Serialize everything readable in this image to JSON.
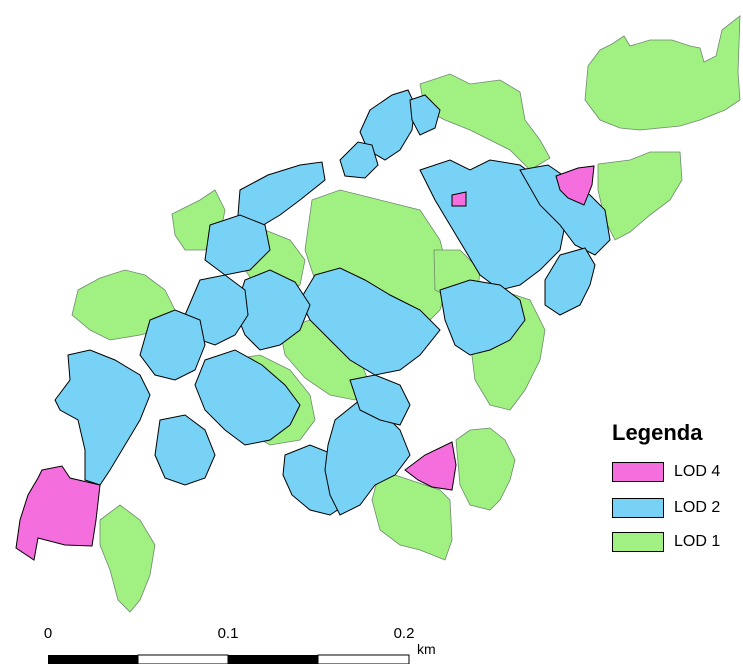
{
  "colors": {
    "lod4": "#f56ede",
    "lod2": "#78d2f5",
    "lod1": "#a0f082",
    "outline": "#000000",
    "lod1_outline": "#6e8a6e"
  },
  "legend": {
    "title": "Legenda",
    "items": [
      {
        "label": "LOD 4",
        "color": "#f56ede"
      },
      {
        "label": "LOD 2",
        "color": "#78d2f5"
      },
      {
        "label": "LOD 1",
        "color": "#a0f082"
      }
    ]
  },
  "scalebar": {
    "labels": [
      "0",
      "0.1",
      "0.2"
    ],
    "unit": "km"
  }
}
